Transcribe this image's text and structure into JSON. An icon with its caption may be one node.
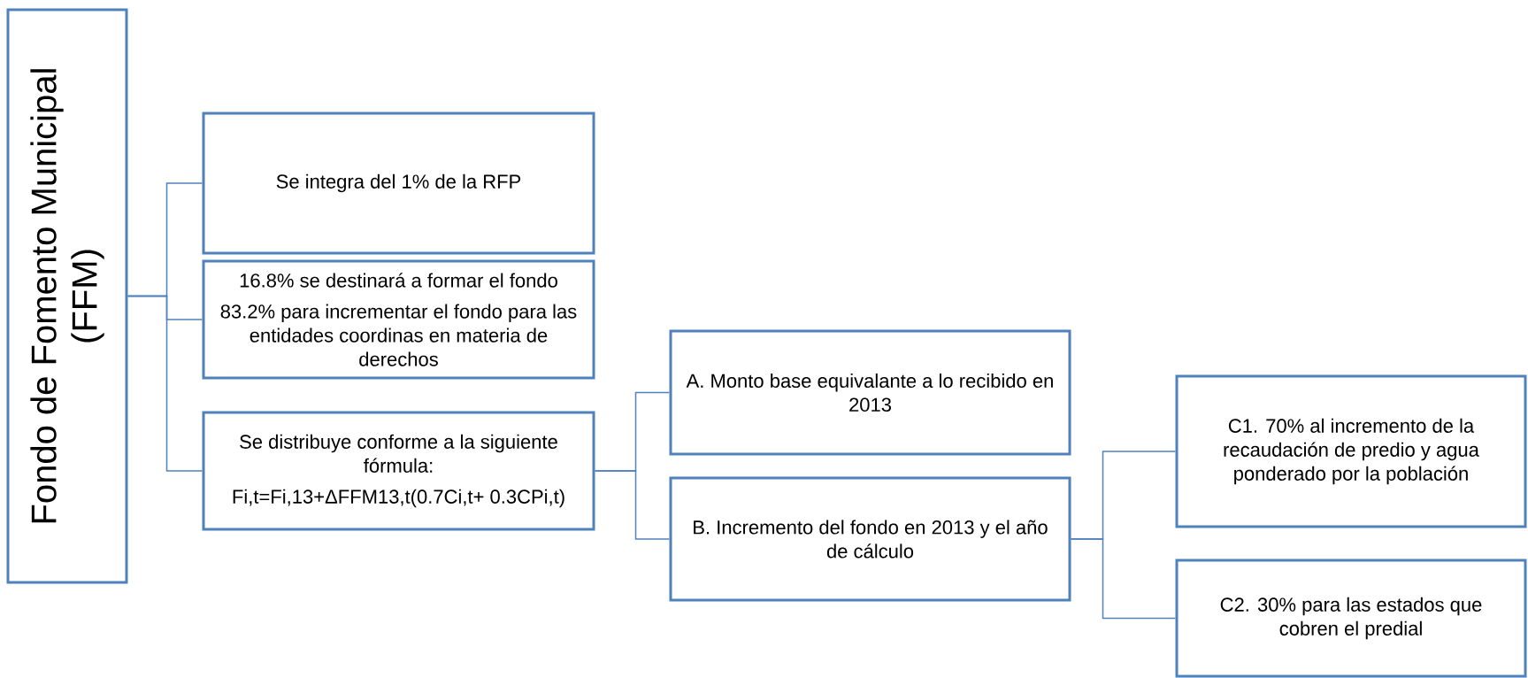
{
  "diagram": {
    "nodes": [
      {
        "text": [
          "Fondo de Fomento Municipal (FFM)"
        ]
      },
      {
        "text": [
          "Se integra del 1% de la RFP"
        ]
      },
      {
        "text": [
          "16.8% se destinará a formar el fondo",
          "83.2% para incrementar el fondo para las entidades coordinas en materia de derechos"
        ]
      },
      {
        "text": [
          "Se distribuye conforme a la siguiente fórmula:",
          "Fi,t=Fi,13+ΔFFM13,t(0.7Ci,t+ 0.3CPi,t)"
        ]
      },
      {
        "text": [
          "A. Monto base equivalante a lo recibido en 2013"
        ]
      },
      {
        "text": [
          "B. Incremento del fondo en 2013 y el año de cálculo"
        ]
      },
      {
        "text": [
          "C1. 70% al incremento de la recaudación de predio y agua ponderado por la población"
        ]
      },
      {
        "text": [
          "C2. 30% para las estados que cobren el predial"
        ]
      }
    ],
    "edges": [
      {
        "from": 0,
        "to": 1,
        "arrow": "none"
      },
      {
        "from": 0,
        "to": 2,
        "arrow": "none"
      },
      {
        "from": 0,
        "to": 3,
        "arrow": "none"
      },
      {
        "from": 3,
        "to": 4,
        "arrow": "none"
      },
      {
        "from": 3,
        "to": 5,
        "arrow": "none"
      },
      {
        "from": 5,
        "to": 6,
        "arrow": "none"
      },
      {
        "from": 5,
        "to": 7,
        "arrow": "none"
      }
    ]
  }
}
